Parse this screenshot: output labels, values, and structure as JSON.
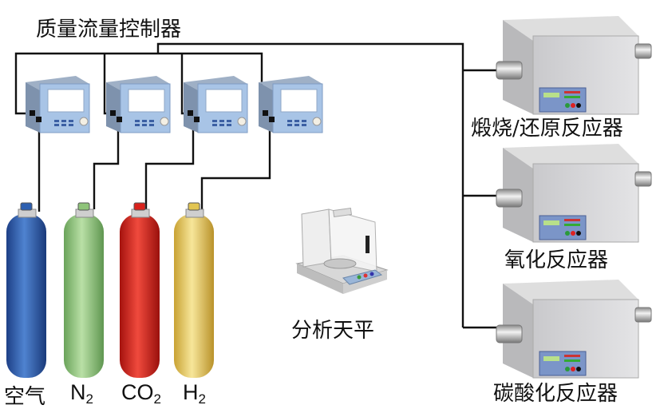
{
  "title": "质量流量控制器",
  "gases": [
    {
      "label": "空气",
      "sub": "",
      "color": "#2d5fb0"
    },
    {
      "label": "N",
      "sub": "2",
      "color": "#8fc47a"
    },
    {
      "label": "CO",
      "sub": "2",
      "color": "#d9221c"
    },
    {
      "label": "H",
      "sub": "2",
      "color": "#e2c552"
    }
  ],
  "balance_label": "分析天平",
  "reactors": [
    {
      "label": "煅烧/还原反应器"
    },
    {
      "label": "氧化反应器"
    },
    {
      "label": "碳酸化反应器"
    }
  ]
}
